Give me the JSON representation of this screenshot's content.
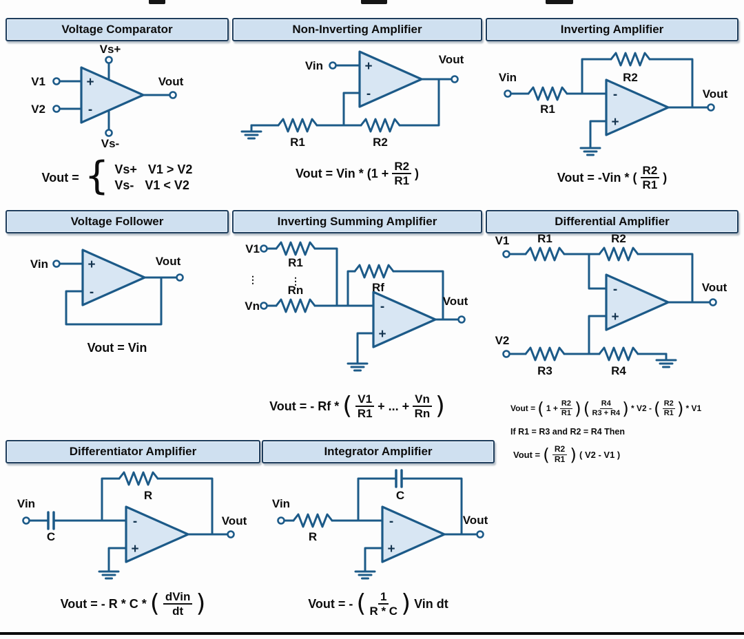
{
  "colors": {
    "wire": "#1c5a88",
    "opamp_fill": "#d8e6f3",
    "panel_fill": "#cfe0f0",
    "border": "#1e3d5c",
    "ink": "#0d0d0d",
    "background": "#fdfdfd"
  },
  "glyphs": {
    "plus": "+",
    "minus": "-",
    "vdots": "⋮"
  },
  "panels": {
    "comparator": {
      "title": "Voltage Comparator",
      "labels": {
        "v1": "V1",
        "v2": "V2",
        "vs_plus": "Vs+",
        "vs_minus": "Vs-",
        "vout": "Vout"
      },
      "formula": {
        "lhs": "Vout =",
        "brace": "{",
        "case1_val": "Vs+",
        "case1_cond": "V1 > V2",
        "case2_val": "Vs-",
        "case2_cond": "V1 < V2"
      }
    },
    "noninverting": {
      "title": "Non-Inverting Amplifier",
      "labels": {
        "vin": "Vin",
        "vout": "Vout",
        "r1": "R1",
        "r2": "R2"
      },
      "formula": {
        "pre": "Vout = Vin * (1 +",
        "num": "R2",
        "den": "R1",
        "post": ")"
      }
    },
    "inverting": {
      "title": "Inverting Amplifier",
      "labels": {
        "vin": "Vin",
        "r1": "R1",
        "r2": "R2",
        "vout": "Vout"
      },
      "formula": {
        "pre": "Vout = -Vin * (",
        "num": "R2",
        "den": "R1",
        "post": ")"
      }
    },
    "follower": {
      "title": "Voltage Follower",
      "labels": {
        "vin": "Vin",
        "vout": "Vout"
      },
      "formula": {
        "text": "Vout = Vin"
      }
    },
    "summing": {
      "title": "Inverting Summing Amplifier",
      "labels": {
        "v1": "V1",
        "r1": "R1",
        "vn": "Vn",
        "rn": "Rn",
        "rf": "Rf",
        "vout": "Vout"
      },
      "formula": {
        "pre": "Vout = - Rf *",
        "open": "(",
        "f1num": "V1",
        "f1den": "R1",
        "mid": "+ ... +",
        "f2num": "Vn",
        "f2den": "Rn",
        "close": ")"
      }
    },
    "differential": {
      "title": "Differential Amplifier",
      "labels": {
        "v1": "V1",
        "v2": "V2",
        "r1": "R1",
        "r2": "R2",
        "r3": "R3",
        "r4": "R4",
        "vout": "Vout"
      },
      "formula1": {
        "lhs": "Vout =",
        "open1": "(",
        "one_plus": "1 +",
        "f1num": "R2",
        "f1den": "R1",
        "close1": ")",
        "open2": "(",
        "f2num": "R4",
        "f2den": "R3 + R4",
        "close2": ")",
        "times_v2": "* V2 -",
        "open3": "(",
        "f3num": "R2",
        "f3den": "R1",
        "close3": ")",
        "times_v1": "* V1"
      },
      "formula2": "If R1 = R3 and R2 = R4 Then",
      "formula3": {
        "lhs": "Vout =",
        "open": "(",
        "num": "R2",
        "den": "R1",
        "close": ")",
        "rest": "( V2 - V1 )"
      }
    },
    "differentiator": {
      "title": "Differentiator Amplifier",
      "labels": {
        "vin": "Vin",
        "c": "C",
        "r": "R",
        "vout": "Vout"
      },
      "formula": {
        "pre": "Vout = - R * C *",
        "open": "(",
        "num": "dVin",
        "den": "dt",
        "close": ")"
      }
    },
    "integrator": {
      "title": "Integrator Amplifier",
      "labels": {
        "vin": "Vin",
        "r": "R",
        "c": "C",
        "vout": "Vout"
      },
      "formula": {
        "pre": "Vout = -",
        "open": "(",
        "num": "1",
        "den": "R * C",
        "close": ")",
        "post": "Vin dt"
      }
    }
  }
}
